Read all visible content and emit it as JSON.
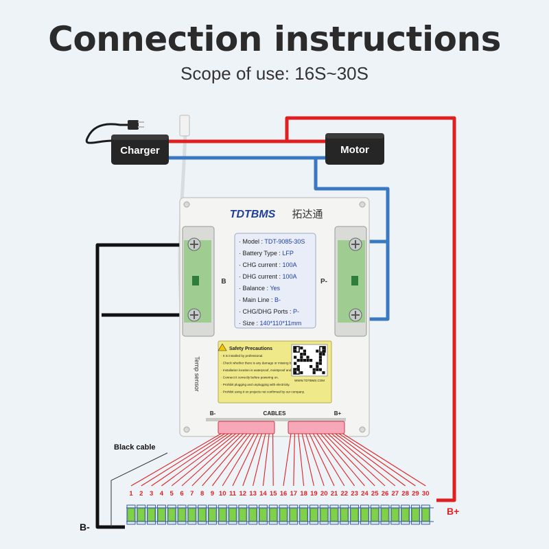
{
  "title": "Connection instructions",
  "subtitle": "Scope of use: 16S~30S",
  "charger_label": "Charger",
  "motor_label": "Motor",
  "brand": "TDTBMS",
  "brand_cn": "拓达通",
  "left_port_label": "B",
  "right_port_label": "P-",
  "temp_sensor_label": "Temp sensor",
  "cables_label": "CABLES",
  "cables_left": "B-",
  "cables_right": "B+",
  "black_cable_label": "Black cable",
  "b_minus_label": "B-",
  "b_plus_label": "B+",
  "specs": [
    {
      "label": "Model :",
      "value": "TDT-9085-30S"
    },
    {
      "label": "Battery Type :",
      "value": "LFP"
    },
    {
      "label": "CHG current :",
      "value": "100A"
    },
    {
      "label": "DHG current :",
      "value": "100A"
    },
    {
      "label": "Balance :",
      "value": "Yes"
    },
    {
      "label": "Main Line :",
      "value": "B-"
    },
    {
      "label": "CHG/DHG Ports :",
      "value": "P-"
    },
    {
      "label": "Size :",
      "value": "140*110*11mm"
    }
  ],
  "safety": {
    "title": "Safety Precautions",
    "items": [
      "It is installed by professional.",
      "Check whether there is any damage or missing before installation.",
      "Installation location is waterproof, moistproof and heat dissipating.",
      "Connect it correctly before powering on.",
      "Prohibit plugging and unplugging with electricity.",
      "Prohibit using it on projects not confirmed by our company."
    ],
    "url": "WWW.TDTBMS.COM"
  },
  "cell_numbers": [
    "1",
    "2",
    "3",
    "4",
    "5",
    "6",
    "7",
    "8",
    "9",
    "10",
    "11",
    "12",
    "13",
    "14",
    "15",
    "16",
    "17",
    "18",
    "19",
    "20",
    "21",
    "22",
    "23",
    "24",
    "25",
    "26",
    "27",
    "28",
    "29",
    "30"
  ],
  "colors": {
    "positive": "#e02020",
    "negative": "#3a78c2",
    "black": "#111111",
    "cell_green": "#7fd14a",
    "board": "#f4f5f3"
  }
}
